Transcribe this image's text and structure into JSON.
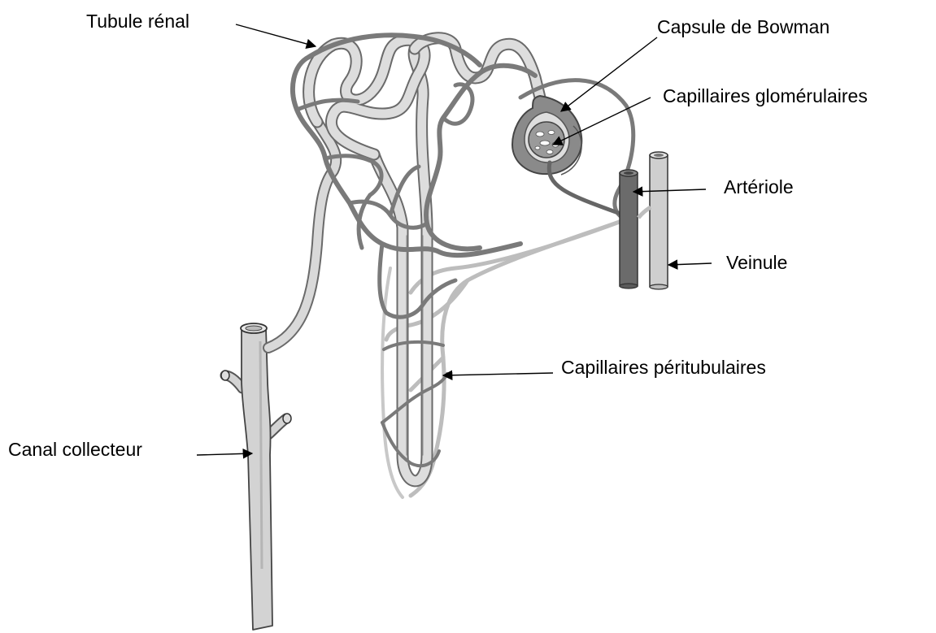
{
  "labels": {
    "tubule": "Tubule rénal",
    "bowman": "Capsule de Bowman",
    "glomerular": "Capillaires glomérulaires",
    "arteriole": "Artériole",
    "venule": "Veinule",
    "peritubular": "Capillaires péritubulaires",
    "collecting": "Canal collecteur"
  },
  "colors": {
    "tubule_outline": "#6e6e6e",
    "tubule_fill": "#d9d9d9",
    "capillary_dark": "#777777",
    "capillary_light": "#bdbdbd",
    "arteriole_fill": "#6b6b6b",
    "venule_fill": "#cfcfcf",
    "collecting_fill": "#d3d3d3"
  }
}
